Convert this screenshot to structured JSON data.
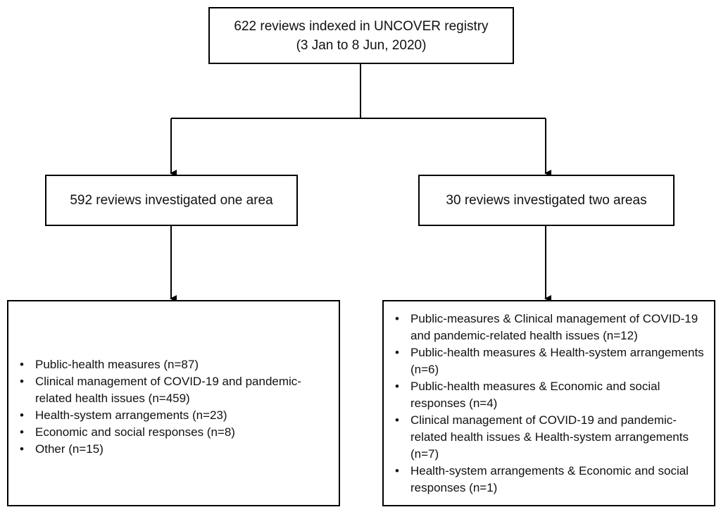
{
  "top_box": {
    "line1": "622 reviews indexed in UNCOVER registry",
    "line2": "(3 Jan to 8 Jun, 2020)"
  },
  "left_branch": {
    "title": "592 reviews investigated one area",
    "items": [
      "Public-health measures (n=87)",
      "Clinical management of COVID-19 and pandemic-related health issues (n=459)",
      "Health-system arrangements (n=23)",
      "Economic and social responses (n=8)",
      "Other (n=15)"
    ]
  },
  "right_branch": {
    "title": "30 reviews investigated two areas",
    "items": [
      "Public-measures & Clinical management of COVID-19 and pandemic-related health issues (n=12)",
      "Public-health measures & Health-system arrangements (n=6)",
      "Public-health measures & Economic and social responses (n=4)",
      "Clinical management of COVID-19 and pandemic-related health issues & Health-system arrangements (n=7)",
      "Health-system arrangements & Economic and social responses (n=1)"
    ]
  }
}
